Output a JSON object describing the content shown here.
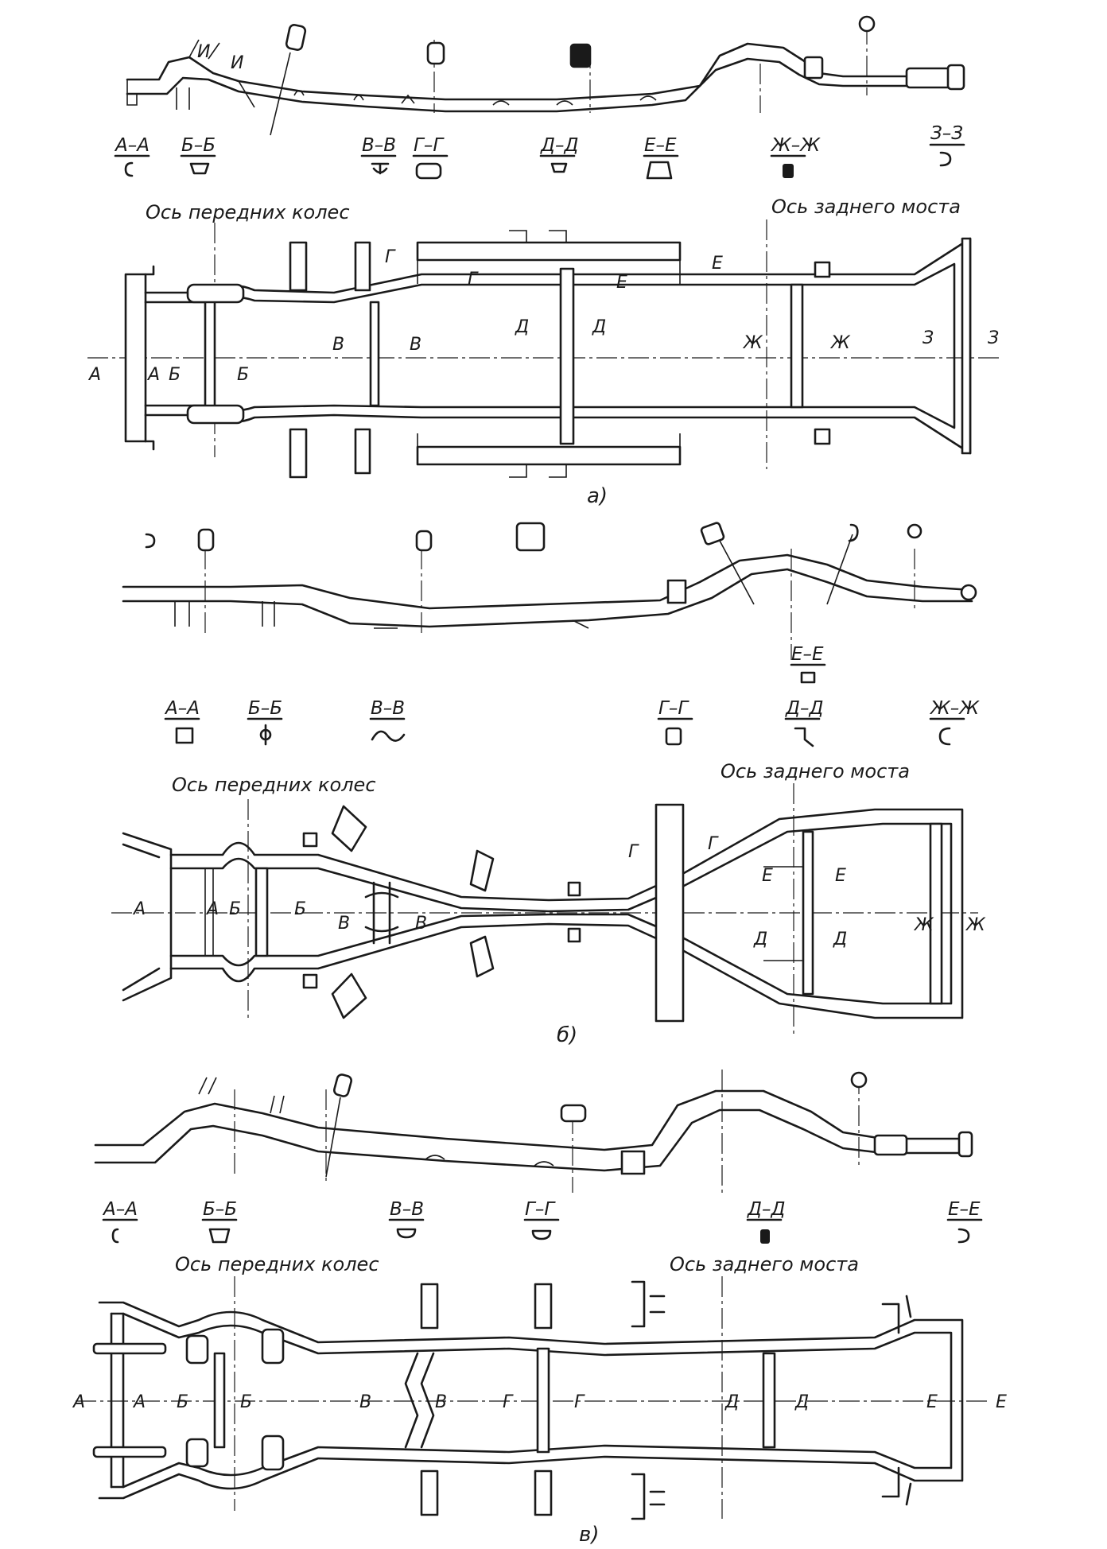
{
  "figure_a": {
    "label": "а)",
    "sections": [
      "А–А",
      "Б–Б",
      "В–В",
      "Г–Г",
      "Д–Д",
      "Е–Е",
      "Ж–Ж",
      "З–З"
    ],
    "side_tags": [
      "И",
      "И"
    ],
    "front_axle_label": "Ось передних колес",
    "rear_axle_label": "Ось заднего моста",
    "plan_tags": [
      "А",
      "А",
      "Б",
      "Б",
      "В",
      "В",
      "Г",
      "Г",
      "Д",
      "Д",
      "Е",
      "Е",
      "Ж",
      "Ж",
      "З",
      "З"
    ]
  },
  "figure_b": {
    "label": "б)",
    "sections": [
      "Е–Е",
      "А–А",
      "Б–Б",
      "В–В",
      "Г–Г",
      "Д–Д",
      "Ж–Ж"
    ],
    "front_axle_label": "Ось передних колес",
    "rear_axle_label": "Ось заднего моста",
    "plan_tags": [
      "А",
      "А",
      "Б",
      "Б",
      "В",
      "В",
      "Г",
      "Г",
      "Д",
      "Д",
      "Е",
      "Е",
      "Ж",
      "Ж"
    ]
  },
  "figure_c": {
    "label": "в)",
    "sections": [
      "А–А",
      "Б–Б",
      "В–В",
      "Г–Г",
      "Д–Д",
      "Е–Е"
    ],
    "front_axle_label": "Ось передних колес",
    "rear_axle_label": "Ось заднего моста",
    "plan_tags": [
      "А",
      "А",
      "Б",
      "Б",
      "В",
      "В",
      "Г",
      "Г",
      "Д",
      "Д",
      "Е",
      "Е"
    ]
  }
}
